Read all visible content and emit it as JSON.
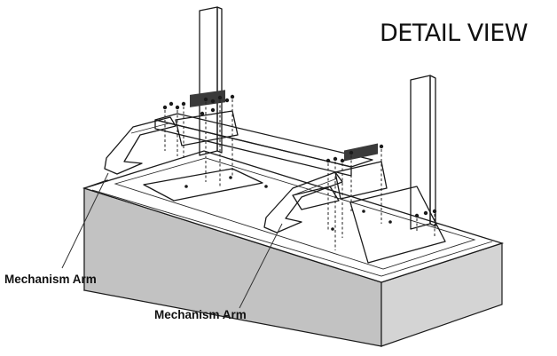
{
  "title": "DETAIL VIEW",
  "callouts": [
    {
      "label": "Mechanism Arm"
    },
    {
      "label": "Mechanism Arm"
    }
  ],
  "colors": {
    "ink": "#1a1a1a",
    "panel": "#ffffff",
    "cabinet_side": "#d8d8d8",
    "cabinet_front": "#c4c4c4"
  }
}
